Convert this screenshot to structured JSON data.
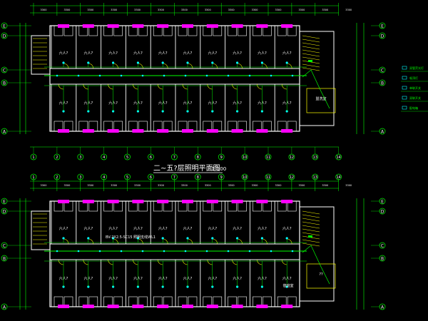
{
  "drawing": {
    "upper_plan": {
      "title": "二~五?层照明平面图",
      "scale": "1:100",
      "axis_numbers": [
        "1",
        "2",
        "3",
        "4",
        "5",
        "6",
        "7",
        "8",
        "9",
        "10",
        "11",
        "12",
        "13",
        "14"
      ],
      "axis_letters_left": [
        "E",
        "D",
        "C",
        "B",
        "A"
      ],
      "room_labels_top": [
        "六人?",
        "六人?",
        "六人?",
        "六人?",
        "六人?",
        "六人?",
        "六人?",
        "六人?",
        "六人?",
        "六人?"
      ],
      "room_labels_bottom": [
        "六人?",
        "六人?",
        "六人?",
        "六人?",
        "六人?",
        "六人?",
        "六人?",
        "六人?",
        "六人?",
        "六人?"
      ],
      "special_room_label": "盥洗室"
    },
    "lower_plan": {
      "axis_letters_left": [
        "E",
        "D",
        "C",
        "B",
        "A"
      ],
      "room_labels_top": [
        "六人?",
        "六人?",
        "六人?",
        "六人?",
        "六人?",
        "六人?",
        "六人?",
        "六人?",
        "六人?",
        "六人?"
      ],
      "room_labels_bottom": [
        "六人?",
        "六人?",
        "六人?",
        "六人?",
        "六人?",
        "六人?",
        "六人?",
        "六人?",
        "六人?",
        "六人?"
      ],
      "corridor_note": "BV-2X2.5-SC15 照明支线WL1",
      "special_room_label_1": "??",
      "special_room_label_2": "值班室"
    },
    "legend": {
      "items": [
        "双管荧光灯",
        "吸顶灯",
        "单联开关",
        "双联开关",
        "配电箱"
      ]
    },
    "colors": {
      "background": "#000000",
      "walls": "#ffffff",
      "windows": "#ff00ff",
      "wiring": "#00ff00",
      "dimension": "#00ff00",
      "door": "#ffff00",
      "fixture": "#00ffff"
    }
  }
}
